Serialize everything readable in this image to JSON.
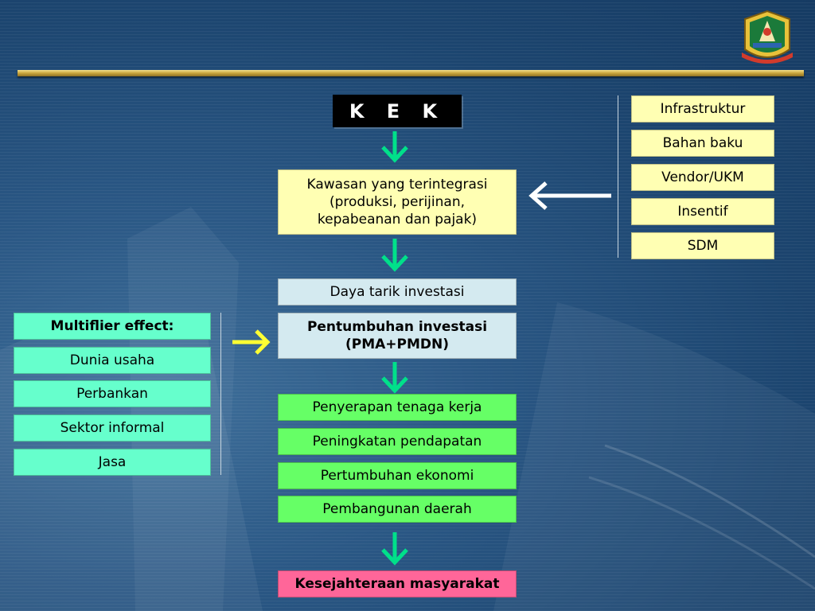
{
  "colors": {
    "background": "#1c456f",
    "yellow_box": "#ffffb3",
    "blue_box": "#d4eaf0",
    "green_box": "#66ff66",
    "aqua_box": "#66ffcc",
    "pink_box": "#ff6699",
    "arrow_green": "#00e08a",
    "arrow_yellow": "#ffff33",
    "arrow_white": "#ffffff"
  },
  "title": "K E K",
  "integrated_area": [
    "Kawasan yang terintegrasi",
    "(produksi, perijinan,",
    "kepabeanan dan pajak)"
  ],
  "inputs": [
    "Infrastruktur",
    "Bahan baku",
    "Vendor/UKM",
    "Insentif",
    "SDM"
  ],
  "attraction": "Daya tarik investasi",
  "growth": [
    "Pentumbuhan investasi",
    "(PMA+PMDN)"
  ],
  "multiplier": {
    "heading": "Multiflier effect:",
    "items": [
      "Dunia usaha",
      "Perbankan",
      "Sektor informal",
      "Jasa"
    ]
  },
  "outcomes": [
    "Penyerapan tenaga kerja",
    "Peningkatan pendapatan",
    "Pertumbuhan ekonomi",
    "Pembangunan daerah"
  ],
  "final": "Kesejahteraan masyarakat",
  "icons": {
    "logo": "provincial-emblem-icon",
    "down_arrow": "arrow-down-icon",
    "left_arrow": "arrow-left-icon",
    "right_arrow": "arrow-right-icon"
  }
}
